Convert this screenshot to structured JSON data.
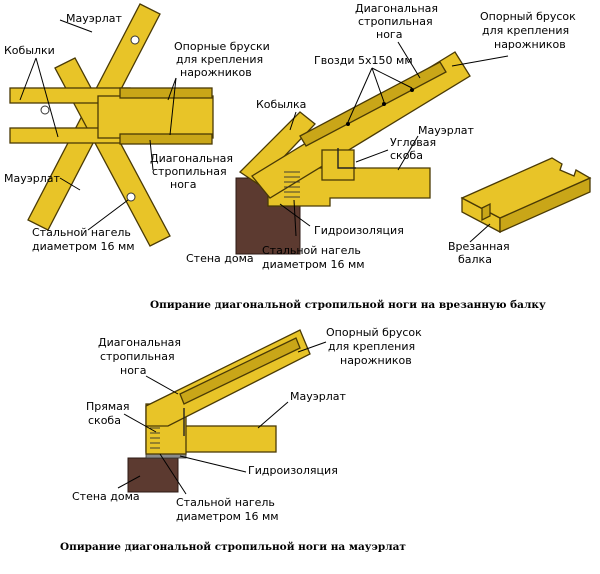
{
  "diagram_top_left": {
    "labels": {
      "mauerlat_top": "Мауэрлат",
      "kobylki": "Кобылки",
      "support_beams_line1": "Опорные бруски",
      "support_beams_line2": "для крепления",
      "support_beams_line3": "нарожников",
      "diag_leg_line1": "Диагональная",
      "diag_leg_line2": "стропильная",
      "diag_leg_line3": "нога",
      "mauerlat_bottom": "Мауэрлат",
      "dowel_line1": "Стальной нагель",
      "dowel_line2": "диаметром 16 мм"
    }
  },
  "diagram_top_right": {
    "labels": {
      "diag_leg_line1": "Диагональная",
      "diag_leg_line2": "стропильная",
      "diag_leg_line3": "нога",
      "support_line1": "Опорный брусок",
      "support_line2": "для крепления",
      "support_line3": "нарожников",
      "nails": "Гвозди 5х150 мм",
      "kobylka": "Кобылка",
      "corner_bracket_line1": "Угловая",
      "corner_bracket_line2": "скоба",
      "mauerlat": "Мауэрлат",
      "waterproofing": "Гидроизоляция",
      "house_wall": "Стена дома",
      "dowel_line1": "Стальной нагель",
      "dowel_line2": "диаметром 16 мм",
      "cut_beam_line1": "Врезанная",
      "cut_beam_line2": "балка"
    },
    "caption": "Опирание диагональной стропильной ноги на врезанную балку"
  },
  "diagram_bottom": {
    "labels": {
      "diag_leg_line1": "Диагональная",
      "diag_leg_line2": "стропильная",
      "diag_leg_line3": "нога",
      "support_line1": "Опорный брусок",
      "support_line2": "для крепления",
      "support_line3": "нарожников",
      "straight_bracket_line1": "Прямая",
      "straight_bracket_line2": "скоба",
      "mauerlat": "Мауэрлат",
      "waterproofing": "Гидроизоляция",
      "house_wall": "Стена дома",
      "dowel_line1": "Стальной нагель",
      "dowel_line2": "диаметром 16 мм"
    },
    "caption": "Опирание диагональной стропильной ноги на мауэрлат"
  },
  "colors": {
    "wood": "#e8c428",
    "wall": "#5c3a30",
    "waterproofing": "#8a8a8a"
  }
}
